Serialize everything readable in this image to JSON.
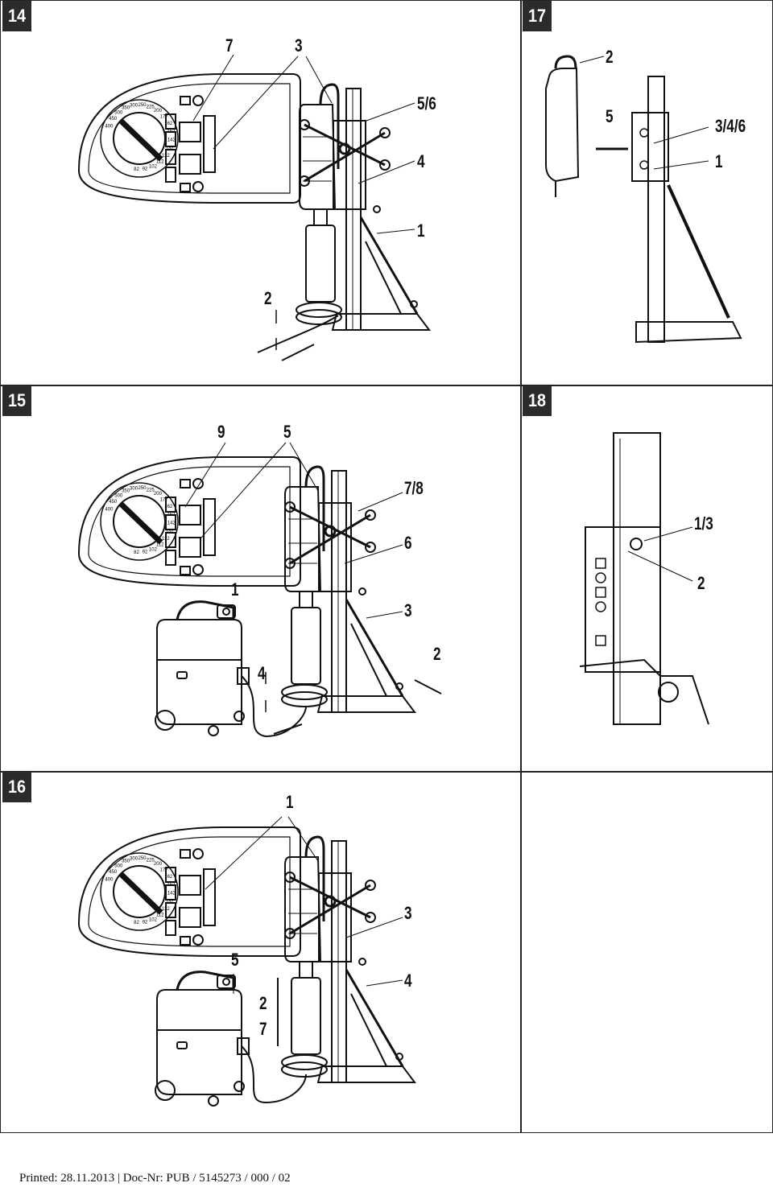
{
  "panels": [
    {
      "id": "14",
      "callouts": {
        "a": "7",
        "b": "3",
        "c": "5/6",
        "d": "4",
        "e": "1",
        "f": "2"
      }
    },
    {
      "id": "15",
      "callouts": {
        "a": "9",
        "b": "5",
        "c": "7/8",
        "d": "6",
        "e": "1",
        "f": "3",
        "g": "4",
        "h": "2"
      }
    },
    {
      "id": "16",
      "callouts": {
        "a": "1",
        "b": "3",
        "c": "5",
        "d": "4",
        "e": "2",
        "f": "7"
      }
    },
    {
      "id": "17",
      "callouts": {
        "a": "2",
        "b": "5",
        "c": "3/4/6",
        "d": "1"
      }
    },
    {
      "id": "18",
      "callouts": {
        "a": "1/3",
        "b": "2"
      }
    }
  ],
  "dial_numbers": [
    "400",
    "450",
    "500",
    "350",
    "300",
    "250",
    "225",
    "200",
    "177",
    "162",
    "152",
    "142",
    "132",
    "122",
    "112",
    "102",
    "92",
    "82"
  ],
  "footer": "Printed: 28.11.2013 | Doc-Nr: PUB / 5145273 / 000 / 02"
}
